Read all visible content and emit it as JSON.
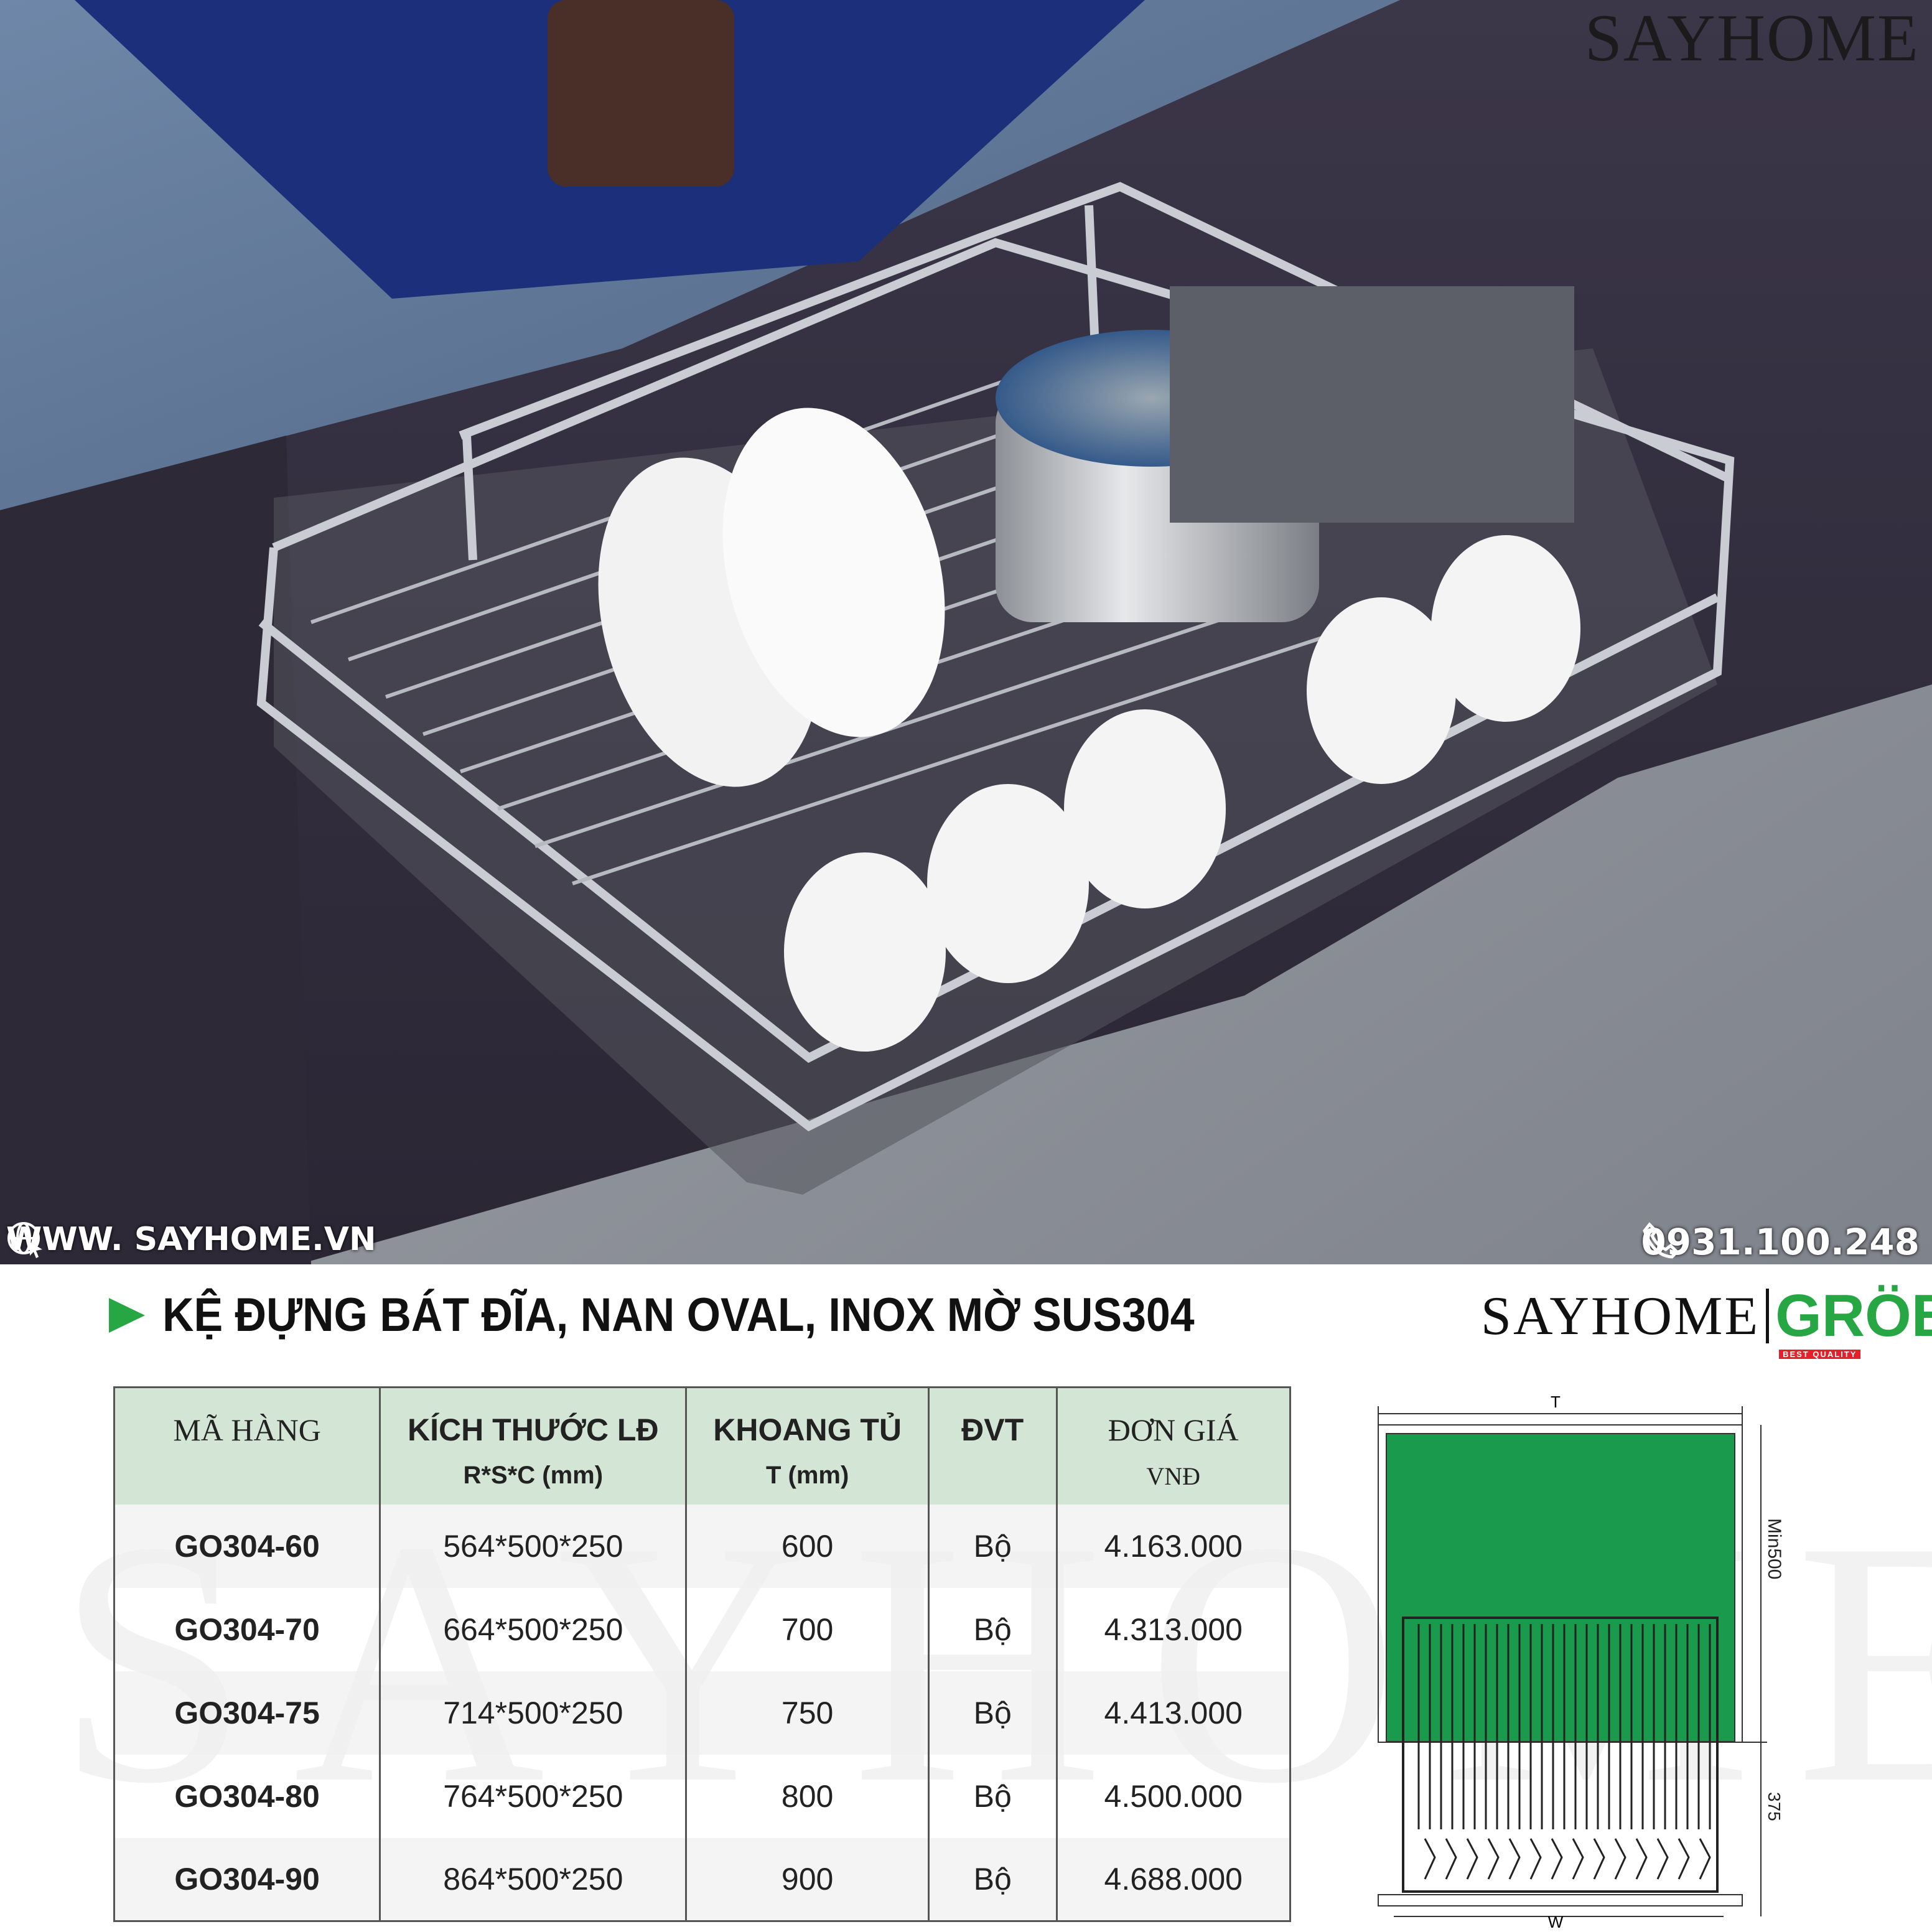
{
  "photo": {
    "brand_watermark": "SAYHOME",
    "website": "WWW. SAYHOME.VN",
    "phone": "0931.100.248",
    "icons": [
      "globe-cursor-icon",
      "phone-icon"
    ]
  },
  "product": {
    "title": "KỆ ĐỰNG BÁT ĐĨA, NAN OVAL, INOX MỜ SUS304",
    "bullet_color": "#27a744"
  },
  "brand": {
    "sayhome": "SAYHOME",
    "grob": "GRÖB",
    "tagline": "BEST QUALITY",
    "grob_color": "#27a744",
    "tagline_color": "#e5202a"
  },
  "table": {
    "header_bg": "#d3e5d4",
    "headers": [
      {
        "l1": "MÃ HÀNG",
        "l2": ""
      },
      {
        "l1": "KÍCH THƯỚC LĐ",
        "l2": "R*S*C (mm)"
      },
      {
        "l1": "KHOANG TỦ",
        "l2": "T (mm)"
      },
      {
        "l1": "ĐVT",
        "l2": ""
      },
      {
        "l1": "ĐƠN GIÁ",
        "l2": "VNĐ"
      }
    ],
    "rows": [
      [
        "GO304-60",
        "564*500*250",
        "600",
        "Bộ",
        "4.163.000"
      ],
      [
        "GO304-70",
        "664*500*250",
        "700",
        "Bộ",
        "4.313.000"
      ],
      [
        "GO304-75",
        "714*500*250",
        "750",
        "Bộ",
        "4.413.000"
      ],
      [
        "GO304-80",
        "764*500*250",
        "800",
        "Bộ",
        "4.500.000"
      ],
      [
        "GO304-90",
        "864*500*250",
        "900",
        "Bộ",
        "4.688.000"
      ]
    ]
  },
  "diagram": {
    "top_label": "T",
    "bottom_label": "W",
    "depth_label": "Min500",
    "extension_label": "375",
    "cabinet_color": "#1a9a4c"
  },
  "table_watermark": "SAYHOME"
}
